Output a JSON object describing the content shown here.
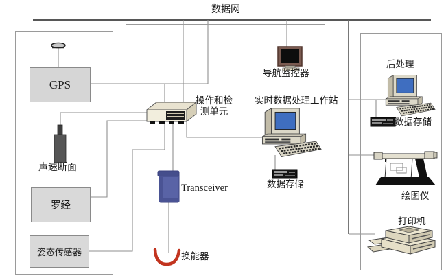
{
  "diagram": {
    "title_bus_label": "数据网",
    "left_group": {
      "gps_label": "GPS",
      "sound_velocity_label": "声速断面",
      "compass_label": "罗经",
      "attitude_sensor_label": "姿态传感器"
    },
    "center_group": {
      "operation_unit_line1": "操作和检",
      "operation_unit_line2": "测单元",
      "nav_monitor_label": "导航监控器",
      "workstation_label": "实时数据处理工作站",
      "data_storage_label": "数据存储",
      "transceiver_label": "Transceiver",
      "transducer_label": "换能器"
    },
    "right_group": {
      "post_processing_label": "后处理",
      "data_storage_label": "数据存储",
      "plotter_label": "绘图仪",
      "printer_label": "打印机"
    },
    "colors": {
      "bus_line": "#575757",
      "wire_line": "#8f8f8f",
      "box_fill": "#d9d9d9",
      "device_beige": "#e9e3d0",
      "screen_blue": "#3f6ec0",
      "transceiver_blue": "#5963a6",
      "transducer_red": "#c2341f",
      "monitor_brown": "#7a5a50"
    }
  }
}
